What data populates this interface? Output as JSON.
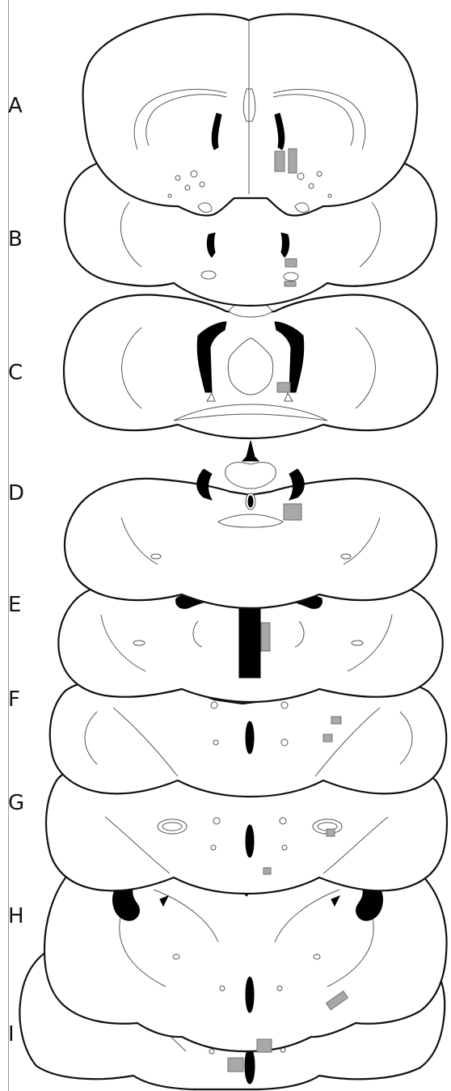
{
  "figure": {
    "panels": [
      {
        "id": "A",
        "label": "A"
      },
      {
        "id": "B",
        "label": "B"
      },
      {
        "id": "C",
        "label": "C"
      },
      {
        "id": "D",
        "label": "D"
      },
      {
        "id": "E",
        "label": "E"
      },
      {
        "id": "F",
        "label": "F"
      },
      {
        "id": "G",
        "label": "G"
      },
      {
        "id": "H",
        "label": "H"
      },
      {
        "id": "I",
        "label": "I"
      }
    ],
    "colors": {
      "outline": "#111111",
      "ventricle": "#000000",
      "marker": "#a8a8a8",
      "background": "#ffffff"
    }
  }
}
